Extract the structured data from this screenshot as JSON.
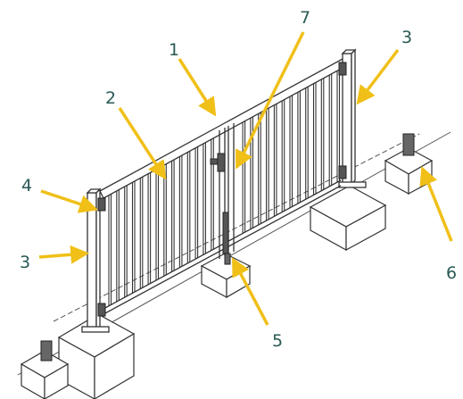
{
  "diagram": {
    "callouts": [
      {
        "id": "gate-leaf-top-rail",
        "label": "1"
      },
      {
        "id": "vertical-bars",
        "label": "2"
      },
      {
        "id": "post-right",
        "label": "3"
      },
      {
        "id": "hinge",
        "label": "4"
      },
      {
        "id": "drop-bolt-stop",
        "label": "5"
      },
      {
        "id": "gate-end-stop",
        "label": "6"
      },
      {
        "id": "lock-center-post",
        "label": "7"
      },
      {
        "id": "post-left",
        "label": "3"
      }
    ],
    "colors": {
      "arrow": "#f0c018",
      "label": "#2a5a55",
      "line": "#333333"
    }
  }
}
